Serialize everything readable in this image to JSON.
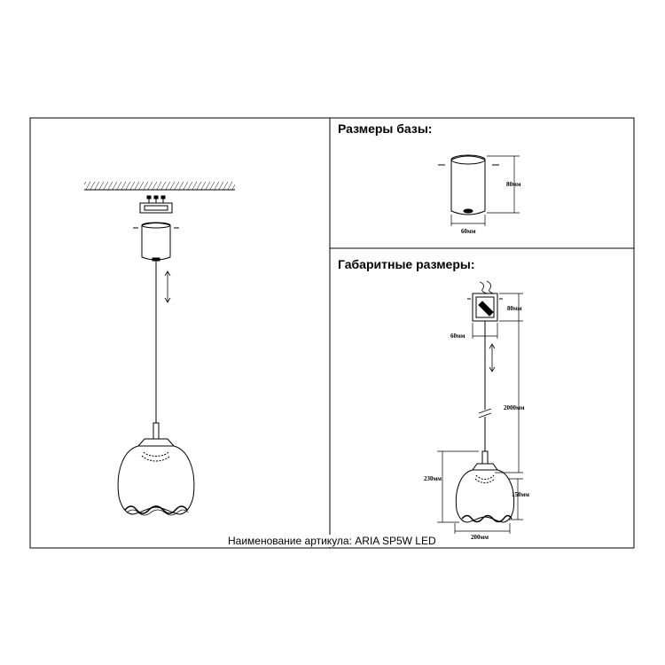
{
  "headings": {
    "base_size": "Размеры базы:",
    "overall_size": "Габаритные размеры:"
  },
  "caption": "Наименование артикула: ARIA SP5W LED",
  "dimensions": {
    "base_height": "80мм",
    "base_diameter": "60мм",
    "overall_base_height": "80мм",
    "overall_base_diameter": "60мм",
    "cable_length": "2000мм",
    "total_shade_height": "230мм",
    "shade_height": "150мм",
    "shade_width": "200мм"
  }
}
